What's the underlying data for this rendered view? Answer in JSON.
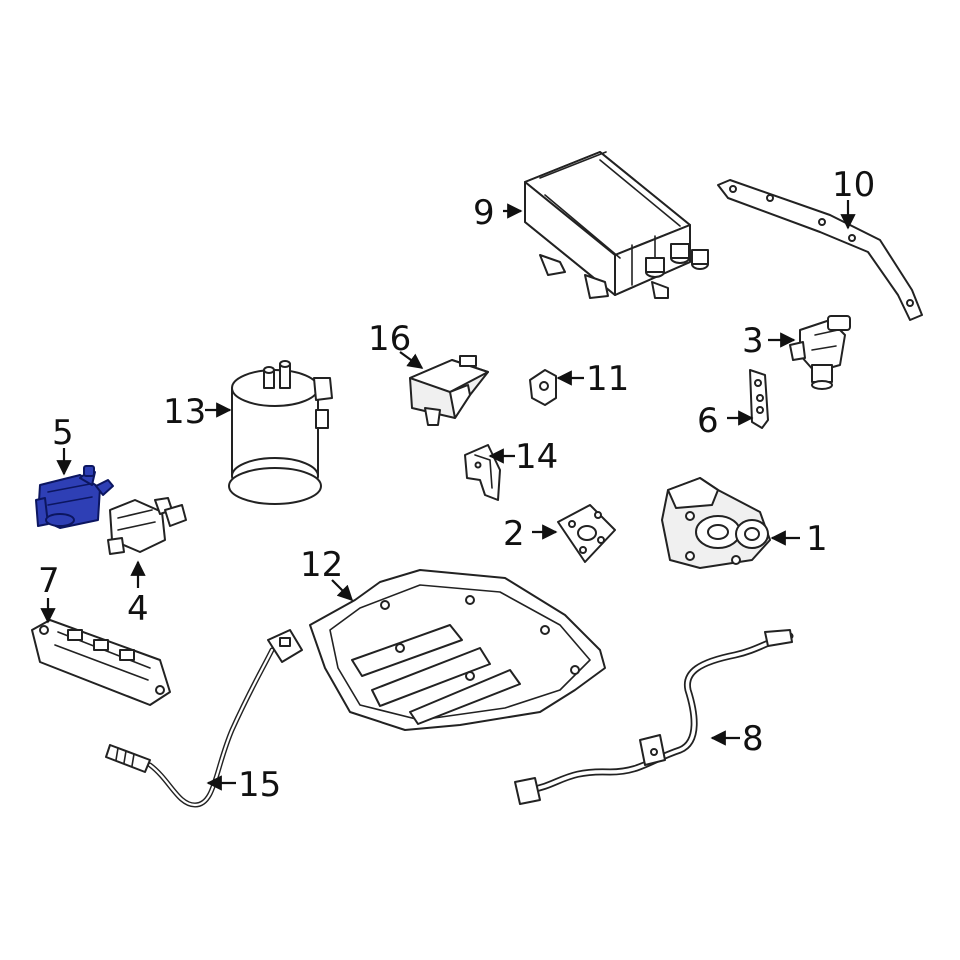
{
  "diagram": {
    "highlight_color": "#2e3fb5",
    "line_color": "#222222",
    "callouts": [
      {
        "id": "p1",
        "label": "1"
      },
      {
        "id": "p2",
        "label": "2"
      },
      {
        "id": "p3",
        "label": "3"
      },
      {
        "id": "p4",
        "label": "4"
      },
      {
        "id": "p5",
        "label": "5"
      },
      {
        "id": "p6",
        "label": "6"
      },
      {
        "id": "p7",
        "label": "7"
      },
      {
        "id": "p8",
        "label": "8"
      },
      {
        "id": "p9",
        "label": "9"
      },
      {
        "id": "p10",
        "label": "10"
      },
      {
        "id": "p11",
        "label": "11"
      },
      {
        "id": "p12",
        "label": "12"
      },
      {
        "id": "p13",
        "label": "13"
      },
      {
        "id": "p14",
        "label": "14"
      },
      {
        "id": "p15",
        "label": "15"
      },
      {
        "id": "p16",
        "label": "16"
      }
    ]
  }
}
